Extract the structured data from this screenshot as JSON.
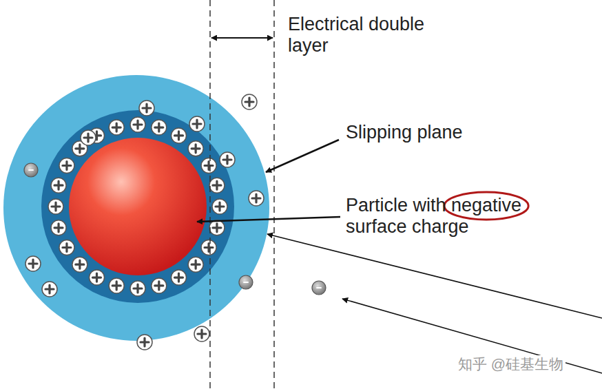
{
  "diagram": {
    "labels": [
      "Electrical double layer",
      "Slipping plane",
      "Particle with negative surface charge",
      "知乎 @硅基生物"
    ]
  }
}
